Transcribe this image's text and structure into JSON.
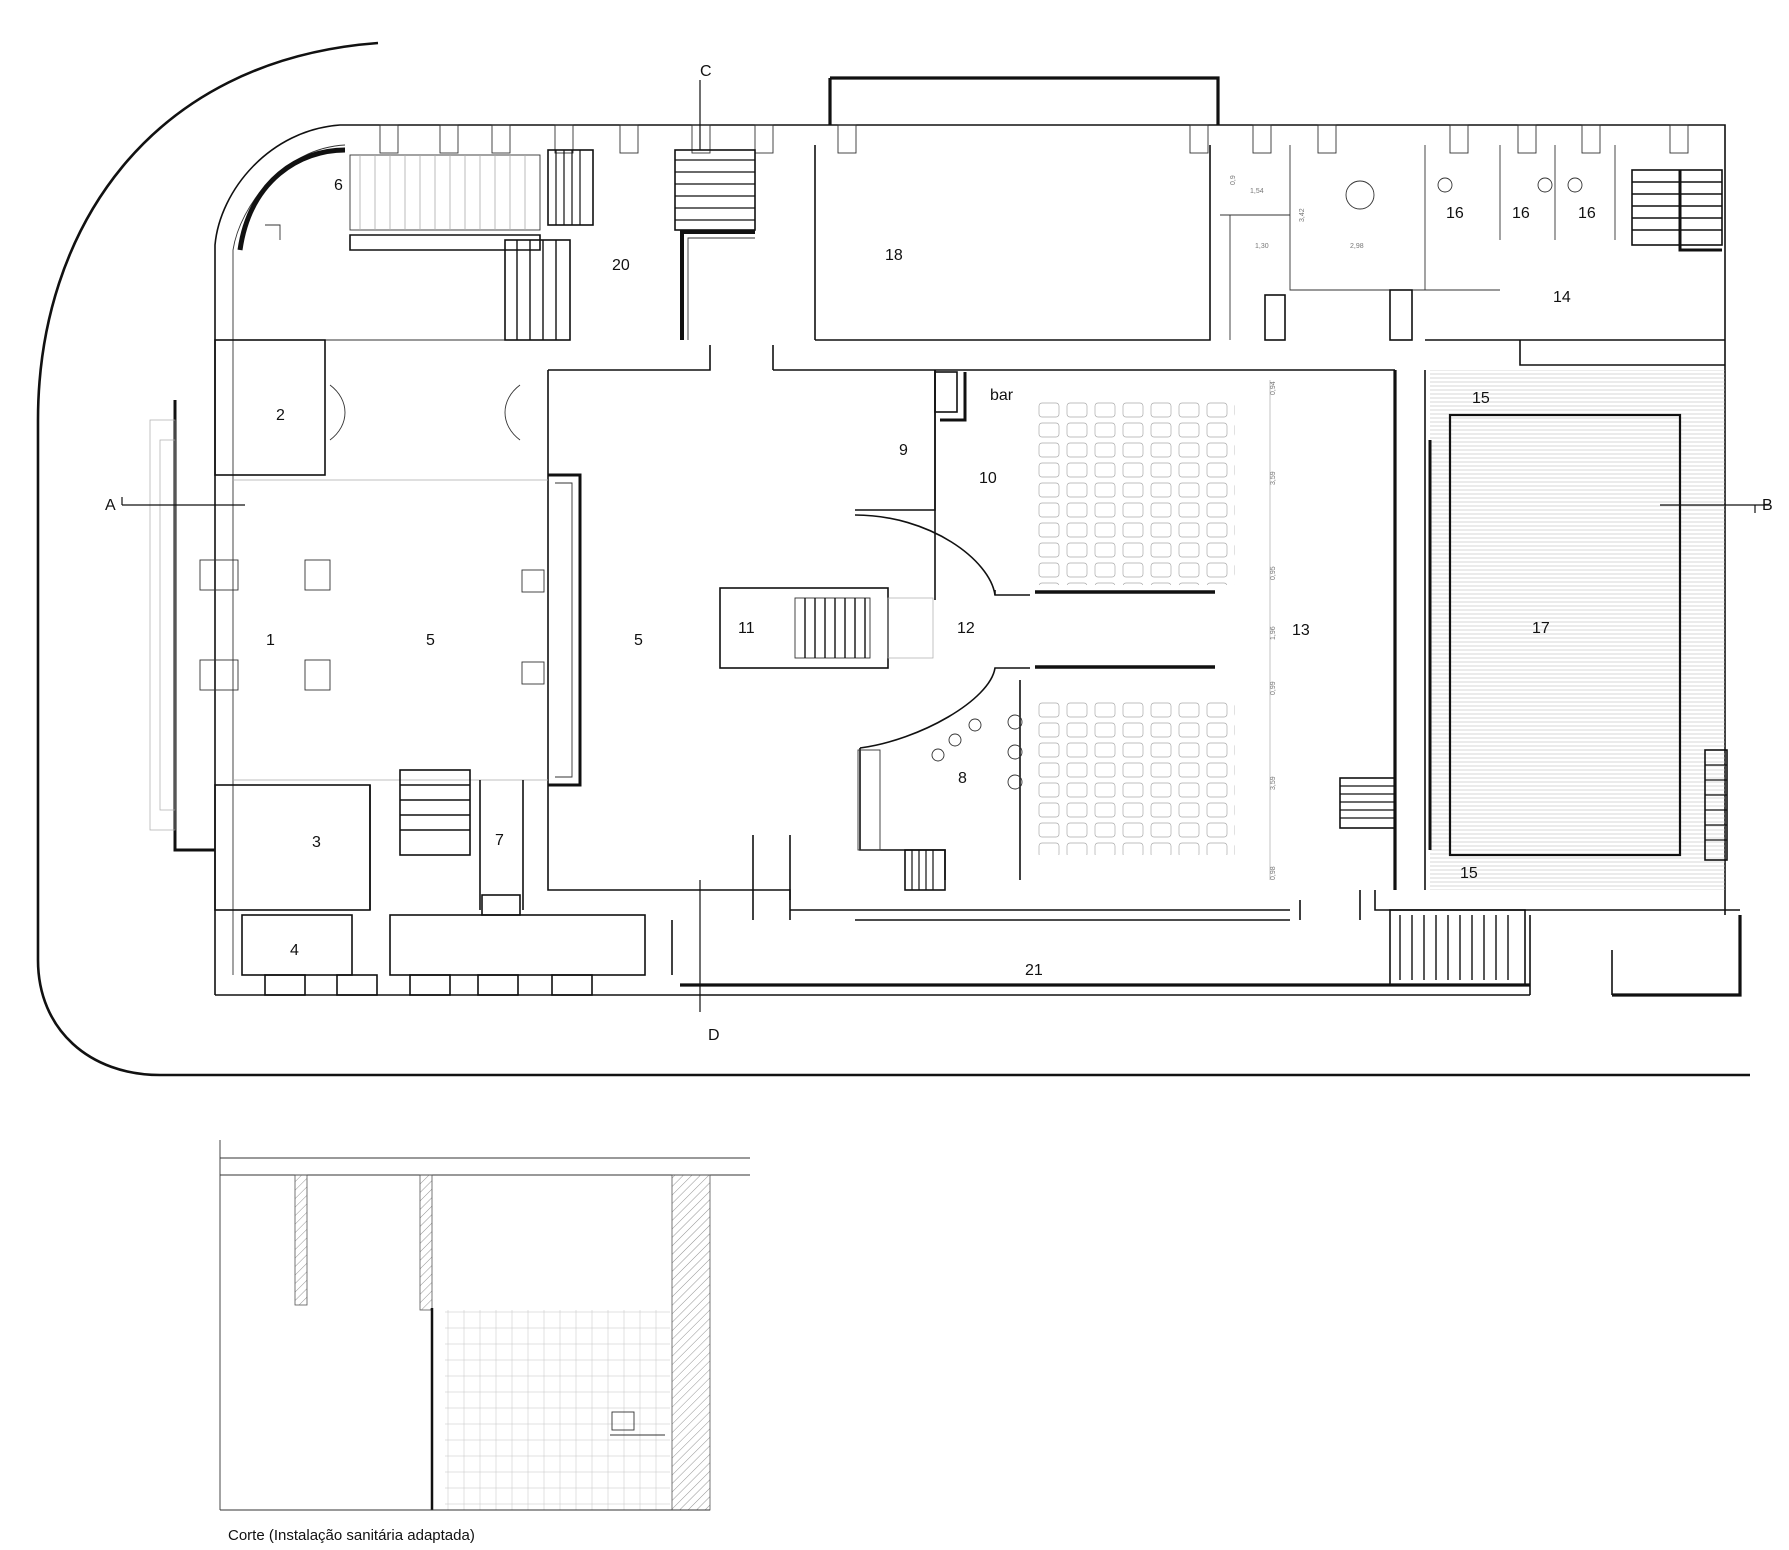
{
  "rooms": {
    "r1": "1",
    "r2": "2",
    "r3": "3",
    "r4": "4",
    "r5a": "5",
    "r5b": "5",
    "r6": "6",
    "r7": "7",
    "r8": "8",
    "r9": "9",
    "r10": "10",
    "bar": "bar",
    "r11": "11",
    "r12": "12",
    "r13": "13",
    "r14": "14",
    "r15a": "15",
    "r15b": "15",
    "r16a": "16",
    "r16b": "16",
    "r16c": "16",
    "r17": "17",
    "r18": "18",
    "r20": "20",
    "r21": "21"
  },
  "section_marks": {
    "a": "A",
    "b": "B",
    "c": "C",
    "d": "D"
  },
  "dimensions": {
    "d1": "0,94",
    "d2": "3,59",
    "d3": "0,95",
    "d4": "1,96",
    "d5": "0,99",
    "d6": "3,59",
    "d7": "0,98",
    "wc1": "0,9",
    "wc2": "1,54",
    "wc3": "1,30",
    "wc4": "3,42",
    "wc5": "2,98"
  },
  "caption": "Corte (Instalação sanitária adaptada)"
}
